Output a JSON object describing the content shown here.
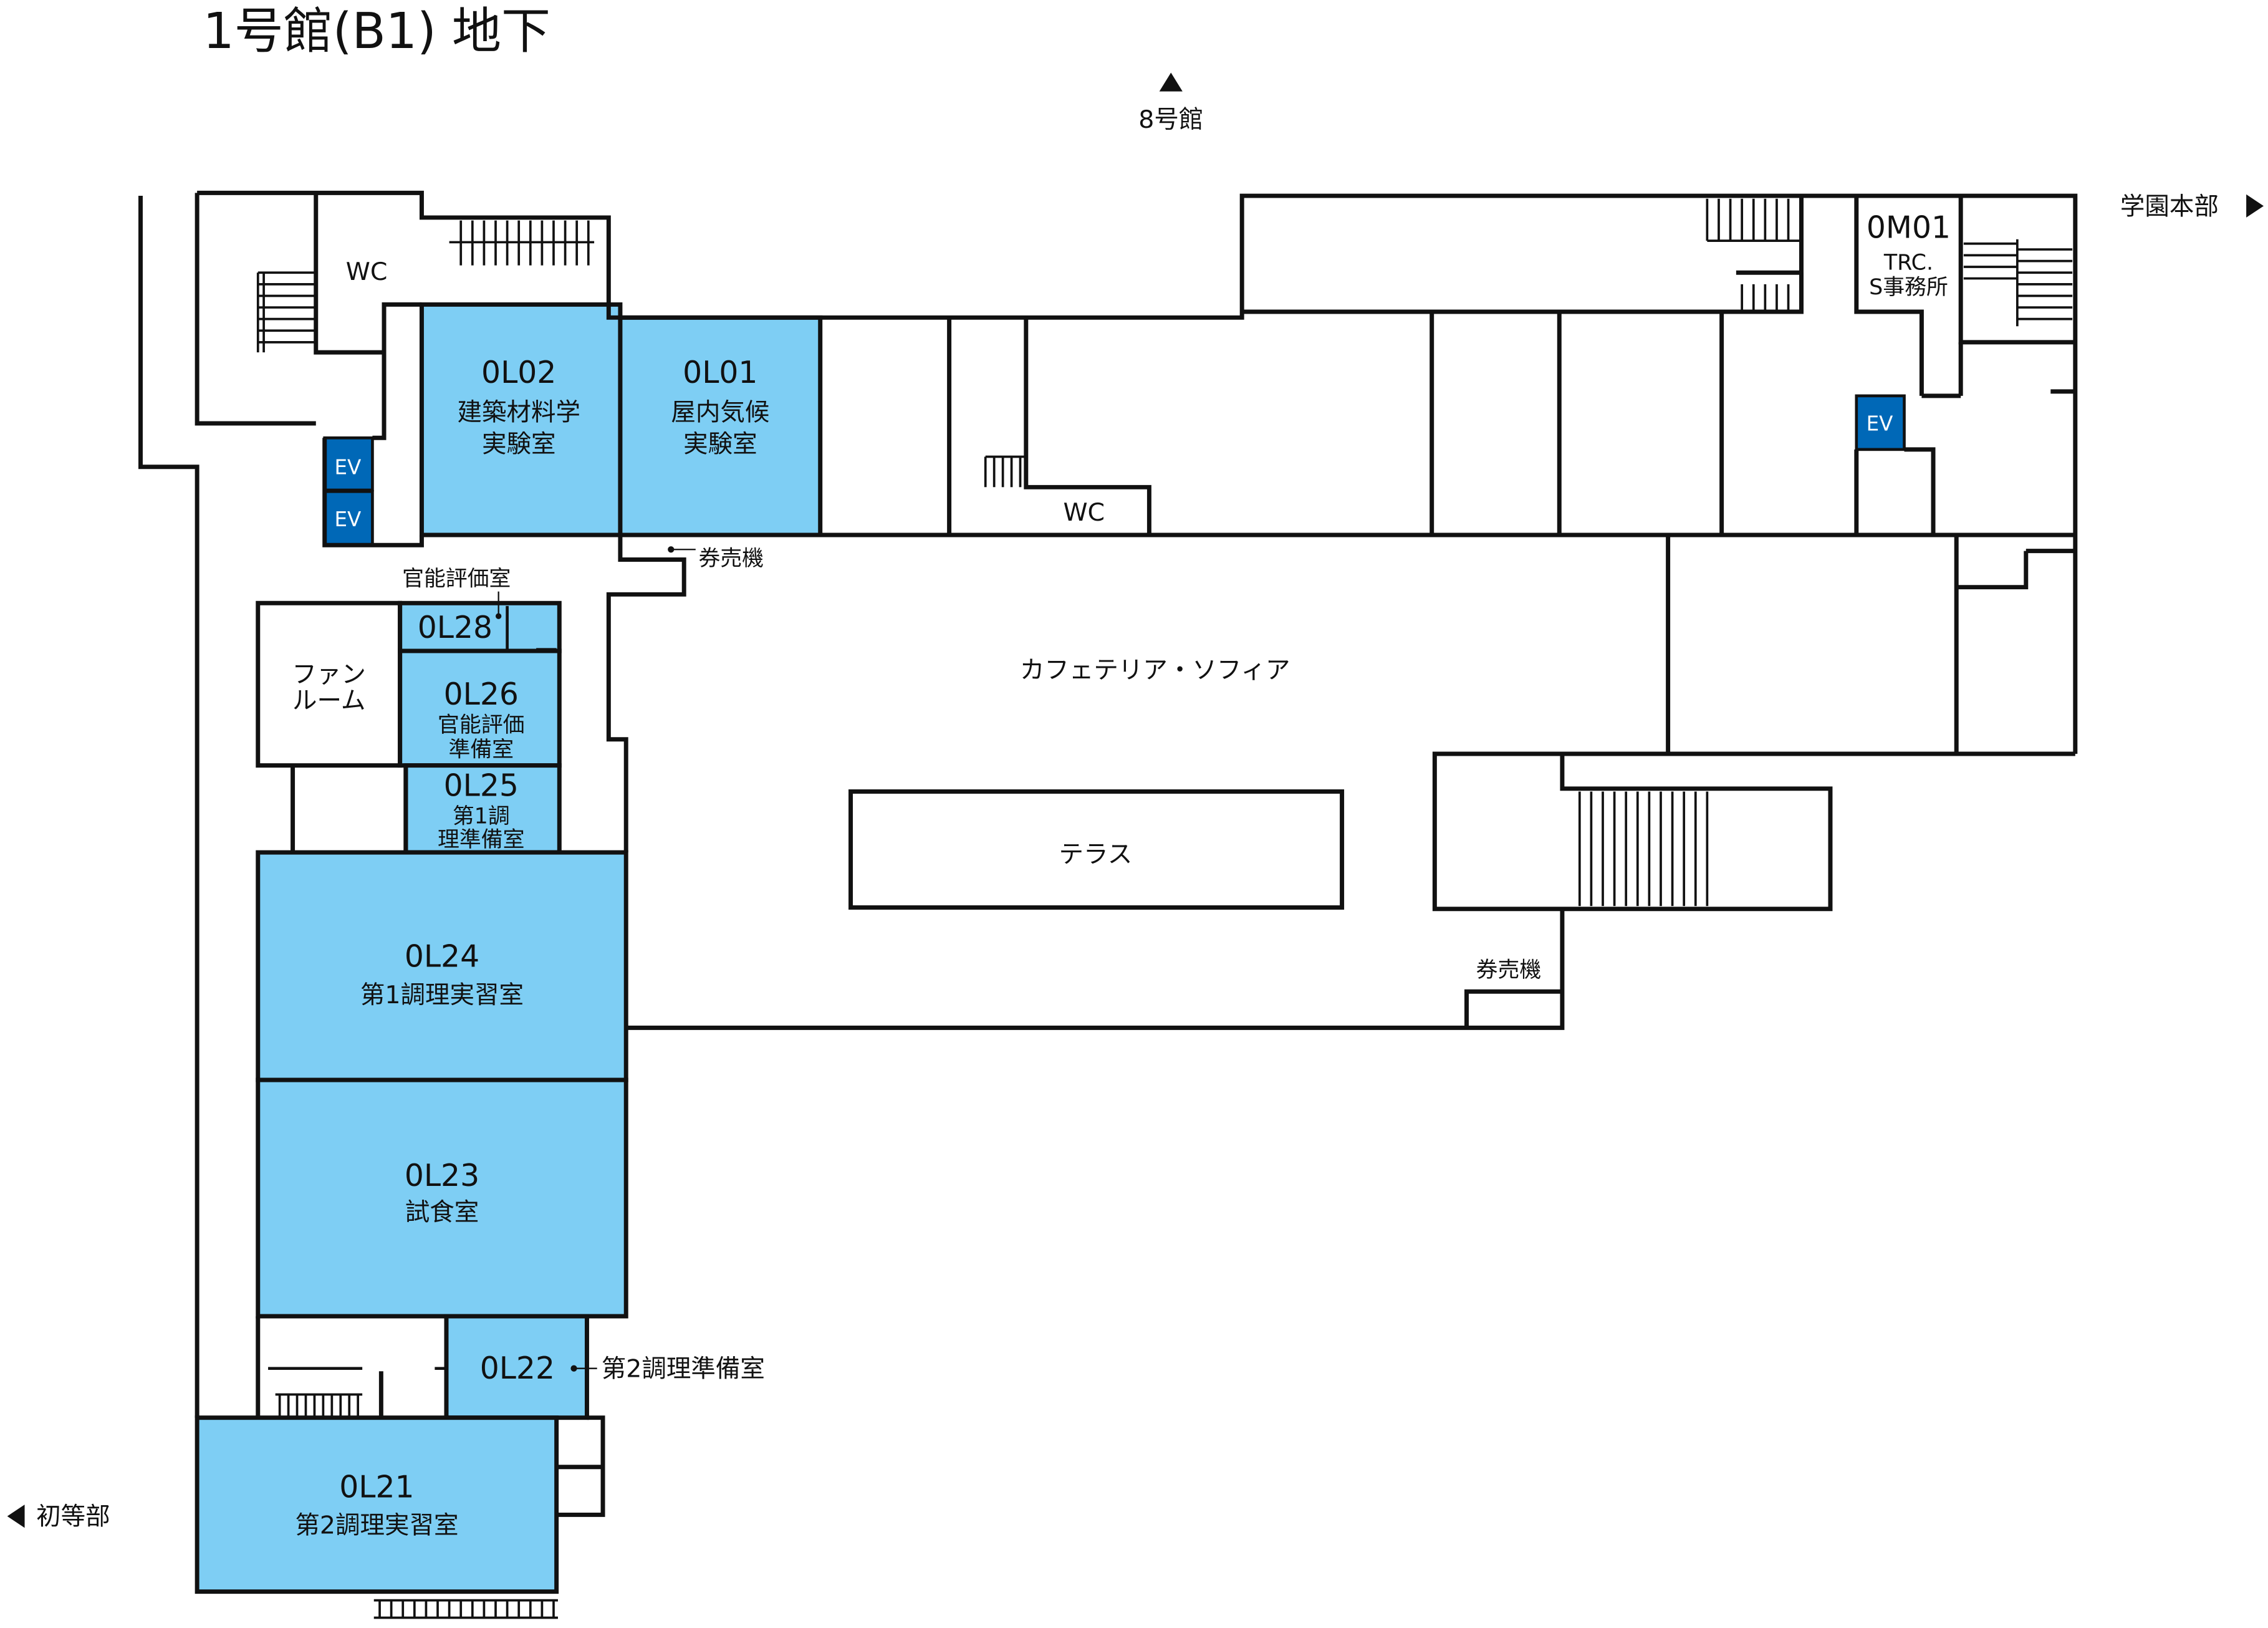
{
  "title": "1号館(B1) 地下",
  "directions": {
    "north": "8号館",
    "east": "学園本部",
    "west": "初等部"
  },
  "colors": {
    "room_fill": "#7ecef4",
    "elevator_fill": "#0068b7",
    "wall": "#111111"
  },
  "rooms": [
    {
      "code": "0L02",
      "name_lines": [
        "建築材料学",
        "実験室"
      ]
    },
    {
      "code": "0L01",
      "name_lines": [
        "屋内気候",
        "実験室"
      ]
    },
    {
      "code": "0L28",
      "name_lines": []
    },
    {
      "code": "0L26",
      "name_lines": [
        "官能評価",
        "準備室"
      ]
    },
    {
      "code": "0L25",
      "name_lines": [
        "第1調",
        "理準備室"
      ]
    },
    {
      "code": "0L24",
      "name_lines": [
        "第1調理実習室"
      ]
    },
    {
      "code": "0L23",
      "name_lines": [
        "試食室"
      ]
    },
    {
      "code": "0L22",
      "name_lines": []
    },
    {
      "code": "0L21",
      "name_lines": [
        "第2調理実習室"
      ]
    },
    {
      "code": "0M01",
      "name_lines": [
        "TRC.",
        "S事務所"
      ]
    }
  ],
  "labels": {
    "wc": "WC",
    "ev": "EV",
    "fan_room": [
      "ファン",
      "ルーム"
    ],
    "cafeteria": "カフェテリア・ソフィア",
    "terrace": "テラス",
    "ticket_machine": "券売機",
    "sensory_room": "官能評価室",
    "prep_room_2": "第2調理準備室"
  }
}
